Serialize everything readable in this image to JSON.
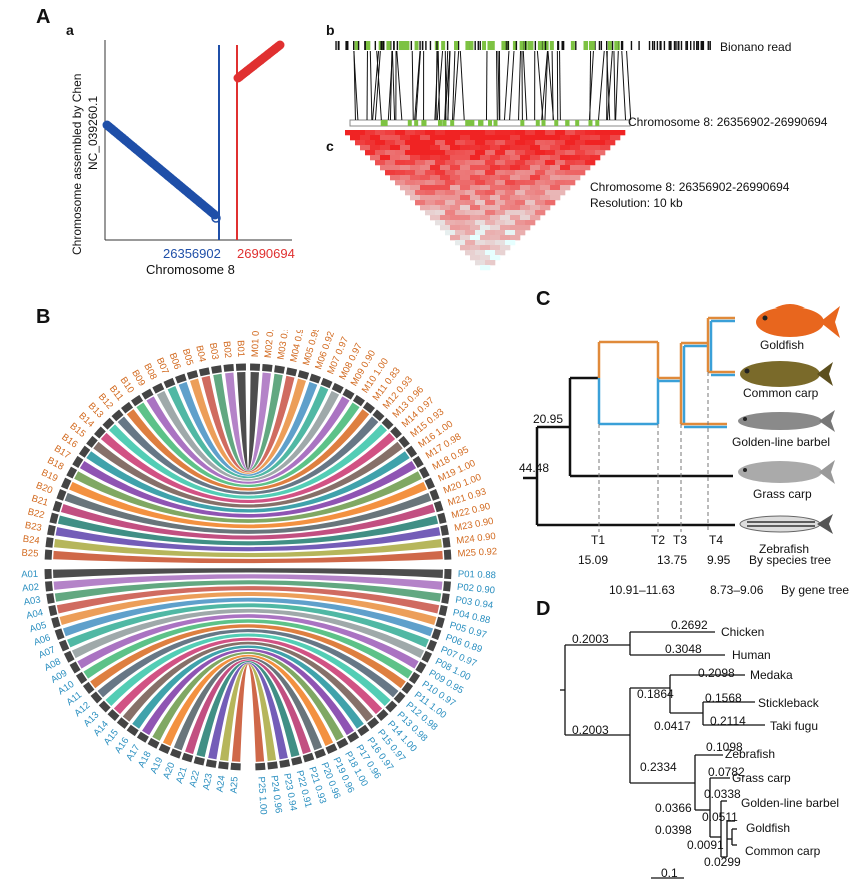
{
  "panelA": {
    "label": "A",
    "sub_a": "a",
    "sub_b": "b",
    "sub_c": "c",
    "ylabel_line1": "Chromosome assembled by Chen",
    "ylabel_line2": "NC_039260.1",
    "pos_left": "26356902",
    "pos_right": "26990694",
    "xlabel": "Chromosome 8",
    "bionano_label": "Bionano read",
    "chr_region_label": "Chromosome 8: 26356902-26990694",
    "heatmap_label": "Chromosome 8: 26356902-26990694",
    "resolution_label": "Resolution: 10 kb",
    "colors": {
      "blue": "#1f4fa8",
      "red": "#e03030",
      "green": "#7dc242"
    }
  },
  "panelB": {
    "label": "B",
    "B_chroms": [
      "B01",
      "B02",
      "B03",
      "B04",
      "B05",
      "B06",
      "B07",
      "B08",
      "B09",
      "B10",
      "B11",
      "B12",
      "B13",
      "B14",
      "B15",
      "B16",
      "B17",
      "B18",
      "B19",
      "B20",
      "B21",
      "B22",
      "B23",
      "B24",
      "B25"
    ],
    "A_chroms": [
      "A01",
      "A02",
      "A03",
      "A04",
      "A05",
      "A06",
      "A07",
      "A08",
      "A09",
      "A10",
      "A11",
      "A12",
      "A13",
      "A14",
      "A15",
      "A16",
      "A17",
      "A18",
      "A19",
      "A20",
      "A21",
      "A22",
      "A23",
      "A24",
      "A25"
    ],
    "M_labels": [
      "M01 0.91",
      "M02 0.92",
      "M03 0.91",
      "M04 0.93",
      "M05 0.99",
      "M06 0.92",
      "M07 0.97",
      "M08 0.97",
      "M09 0.90",
      "M10 1.00",
      "M11 0.83",
      "M12 0.93",
      "M13 0.96",
      "M14 0.97",
      "M15 0.93",
      "M16 1.00",
      "M17 0.98",
      "M18 0.95",
      "M19 1.00",
      "M20 1.00",
      "M21 0.93",
      "M22 0.90",
      "M23 0.90",
      "M24 0.90",
      "M25 0.92"
    ],
    "P_labels": [
      "P01 0.88",
      "P02 0.90",
      "P03 0.94",
      "P04 0.88",
      "P05 0.97",
      "P06 0.89",
      "P07 0.97",
      "P08 1.00",
      "P09 0.95",
      "P10 0.97",
      "P11 1.00",
      "P12 0.98",
      "P13 0.98",
      "P14 1.00",
      "P15 0.97",
      "P16 0.97",
      "P17 0.96",
      "P18 1.00",
      "P19 0.96",
      "P20 0.96",
      "P21 0.93",
      "P22 0.91",
      "P23 0.94",
      "P24 0.96",
      "P25 1.00"
    ],
    "colors": {
      "M": "#d2691e",
      "P": "#2a8fc0"
    }
  },
  "panelC": {
    "label": "C",
    "node1": "20.95",
    "node2": "44.48",
    "species": [
      "Goldfish",
      "Common carp",
      "Golden-line barbel",
      "Grass carp",
      "Zebrafish"
    ],
    "times": [
      "T1",
      "T2",
      "T3",
      "T4"
    ],
    "species_tree_values": [
      "15.09",
      "13.75",
      "9.95"
    ],
    "species_tree_label": "By species tree",
    "gene_tree_values": [
      "10.91–11.63",
      "8.73–9.06"
    ],
    "gene_tree_label": "By gene tree",
    "colors": {
      "orange": "#e08a3a",
      "blue": "#3aa0d8"
    }
  },
  "panelD": {
    "label": "D",
    "taxa": [
      "Chicken",
      "Human",
      "Medaka",
      "Stickleback",
      "Taki fugu",
      "Zebrafish",
      "Grass carp",
      "Golden-line barbel",
      "Goldfish",
      "Common carp"
    ],
    "branch_values": [
      "0.2003",
      "0.2692",
      "0.3048",
      "0.2098",
      "0.1864",
      "0.1568",
      "0.0417",
      "0.2114",
      "0.2003",
      "0.1098",
      "0.2334",
      "0.0782",
      "0.0338",
      "0.0366",
      "0.0511",
      "0.0398",
      "0.0091",
      "0.0299"
    ],
    "scale": "0.1"
  }
}
